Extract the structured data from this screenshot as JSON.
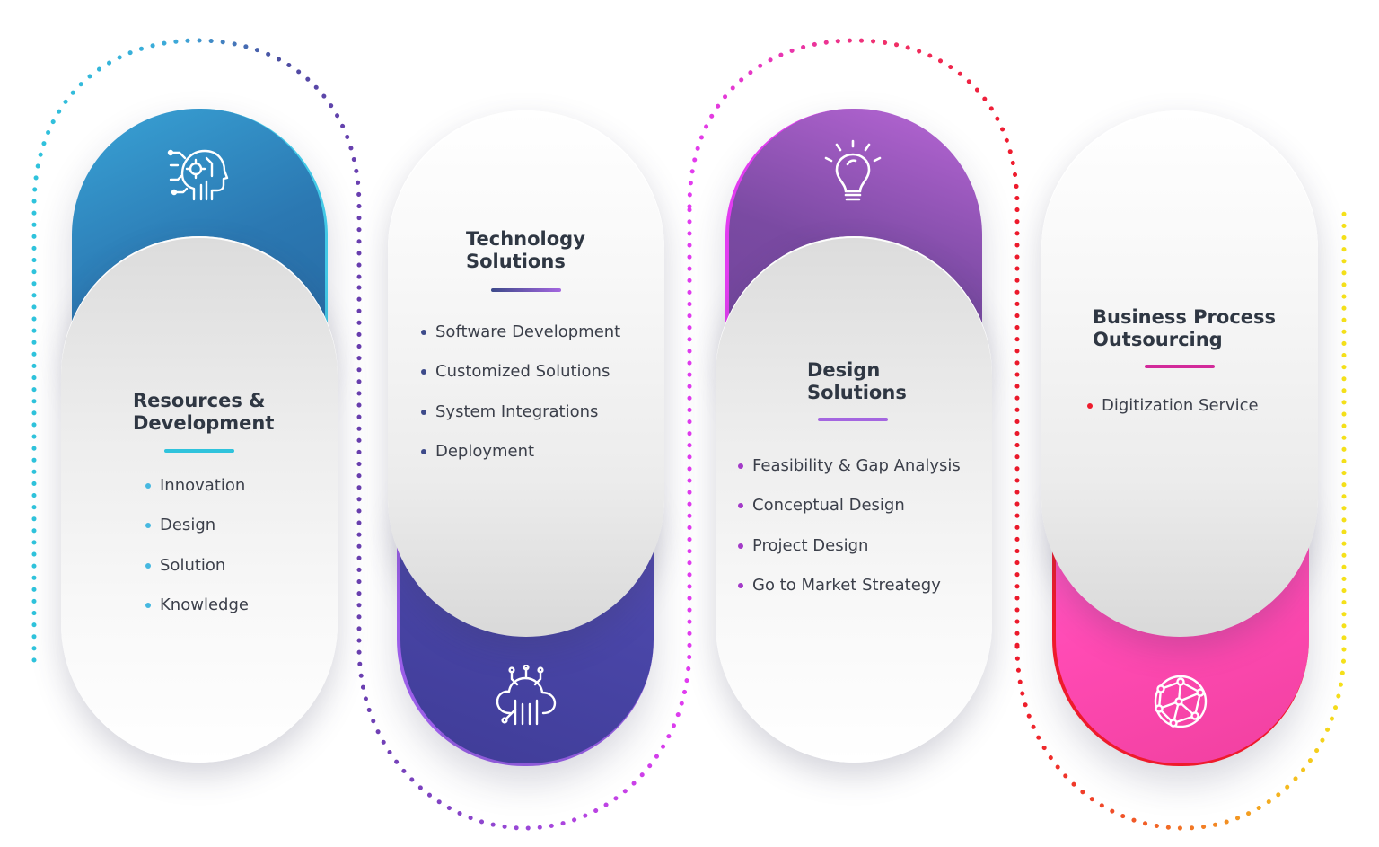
{
  "colors": {
    "cyan": "#43c9e6",
    "navy": "#3d4a8a",
    "purple": "#a466e0",
    "magenta": "#e23cf0",
    "red": "#ee1b2c",
    "yellow": "#f5e11a",
    "pink": "#ff4ab3"
  },
  "cards": [
    {
      "title": "Resources &\nDevelopment",
      "icon": "ai-head-circuit-icon",
      "items": [
        "Innovation",
        "Design",
        "Solution",
        "Knowledge"
      ]
    },
    {
      "title": "Technology\nSolutions",
      "icon": "cloud-circuit-icon",
      "items": [
        "Software Development",
        "Customized Solutions",
        "System Integrations",
        "Deployment"
      ]
    },
    {
      "title": "Design\nSolutions",
      "icon": "lightbulb-icon",
      "items": [
        "Feasibility & Gap Analysis",
        "Conceptual Design",
        "Project Design",
        "Go to Market Streategy"
      ]
    },
    {
      "title": "Business Process\nOutsourcing",
      "icon": "globe-network-icon",
      "items": [
        "Digitization Service"
      ]
    }
  ]
}
